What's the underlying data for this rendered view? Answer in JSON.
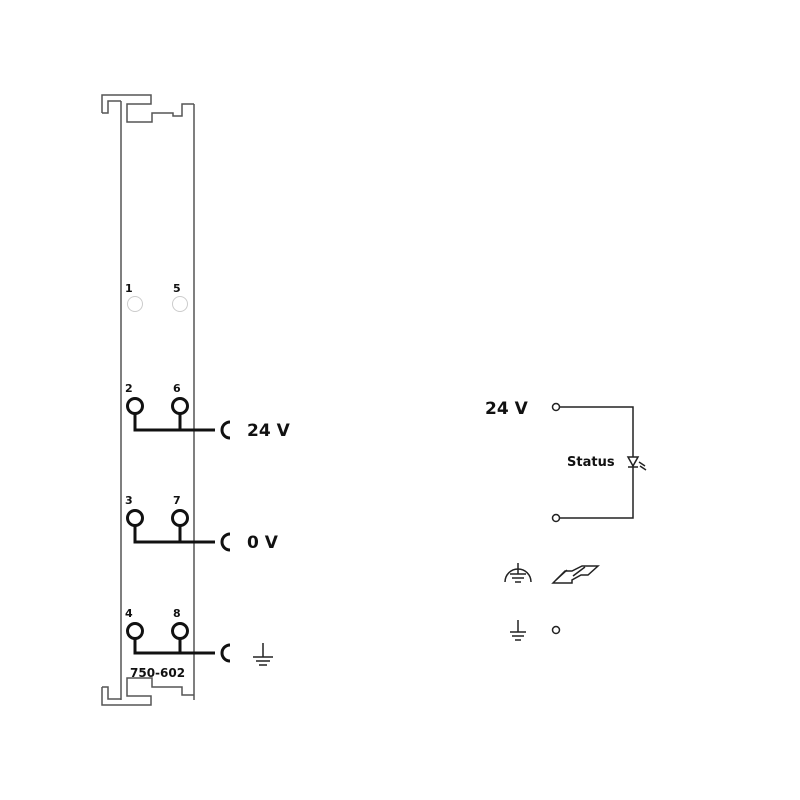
{
  "module": {
    "part_number": "750-602",
    "terminals": [
      {
        "left": "1",
        "right": "5",
        "active": false
      },
      {
        "left": "2",
        "right": "6",
        "active": true,
        "signal": "24 V"
      },
      {
        "left": "3",
        "right": "7",
        "active": true,
        "signal": "0 V"
      },
      {
        "left": "4",
        "right": "8",
        "active": true,
        "signal": "ground"
      }
    ]
  },
  "schematic": {
    "supply_label": "24 V",
    "led_label": "Status",
    "icons": [
      "protective-earth-icon",
      "din-rail-icon",
      "ground-icon"
    ]
  },
  "colors": {
    "line": "#111111",
    "outline": "#555555",
    "inactive": "#cccccc"
  }
}
